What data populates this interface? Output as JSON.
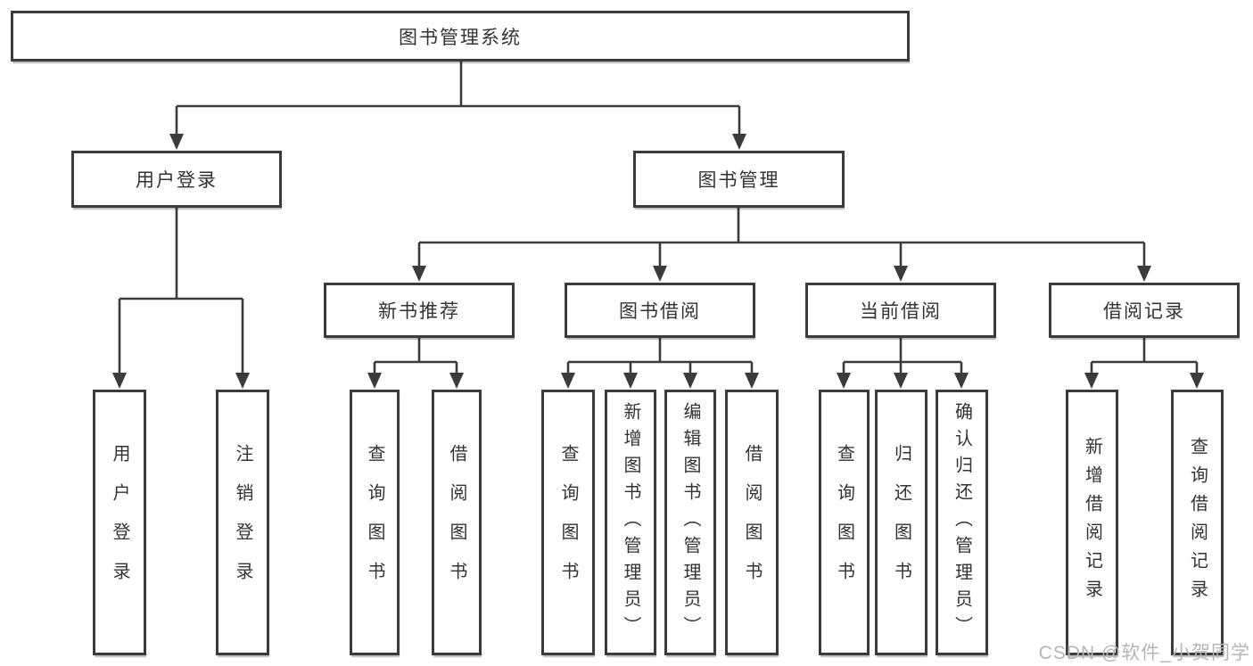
{
  "tree": {
    "root": {
      "label": "图书管理系统",
      "children": [
        {
          "label": "用户登录",
          "children": [
            {
              "label": "用户登录"
            },
            {
              "label": "注销登录"
            }
          ]
        },
        {
          "label": "图书管理",
          "children": [
            {
              "label": "新书推荐",
              "children": [
                {
                  "label": "查询图书"
                },
                {
                  "label": "借阅图书"
                }
              ]
            },
            {
              "label": "图书借阅",
              "children": [
                {
                  "label": "查询图书"
                },
                {
                  "label": "新增图书（管理员）"
                },
                {
                  "label": "编辑图书（管理员）"
                },
                {
                  "label": "借阅图书"
                }
              ]
            },
            {
              "label": "当前借阅",
              "children": [
                {
                  "label": "查询图书"
                },
                {
                  "label": "归还图书"
                },
                {
                  "label": "确认归还（管理员）"
                }
              ]
            },
            {
              "label": "借阅记录",
              "children": [
                {
                  "label": "新增借阅记录"
                },
                {
                  "label": "查询借阅记录"
                }
              ]
            }
          ]
        }
      ]
    }
  },
  "watermark": {
    "text": "CSDN @软件_小贺同学"
  },
  "colors": {
    "line": "#3b3b3b",
    "text": "#333333",
    "background": "#ffffff",
    "watermark": "#b5b5b5"
  }
}
